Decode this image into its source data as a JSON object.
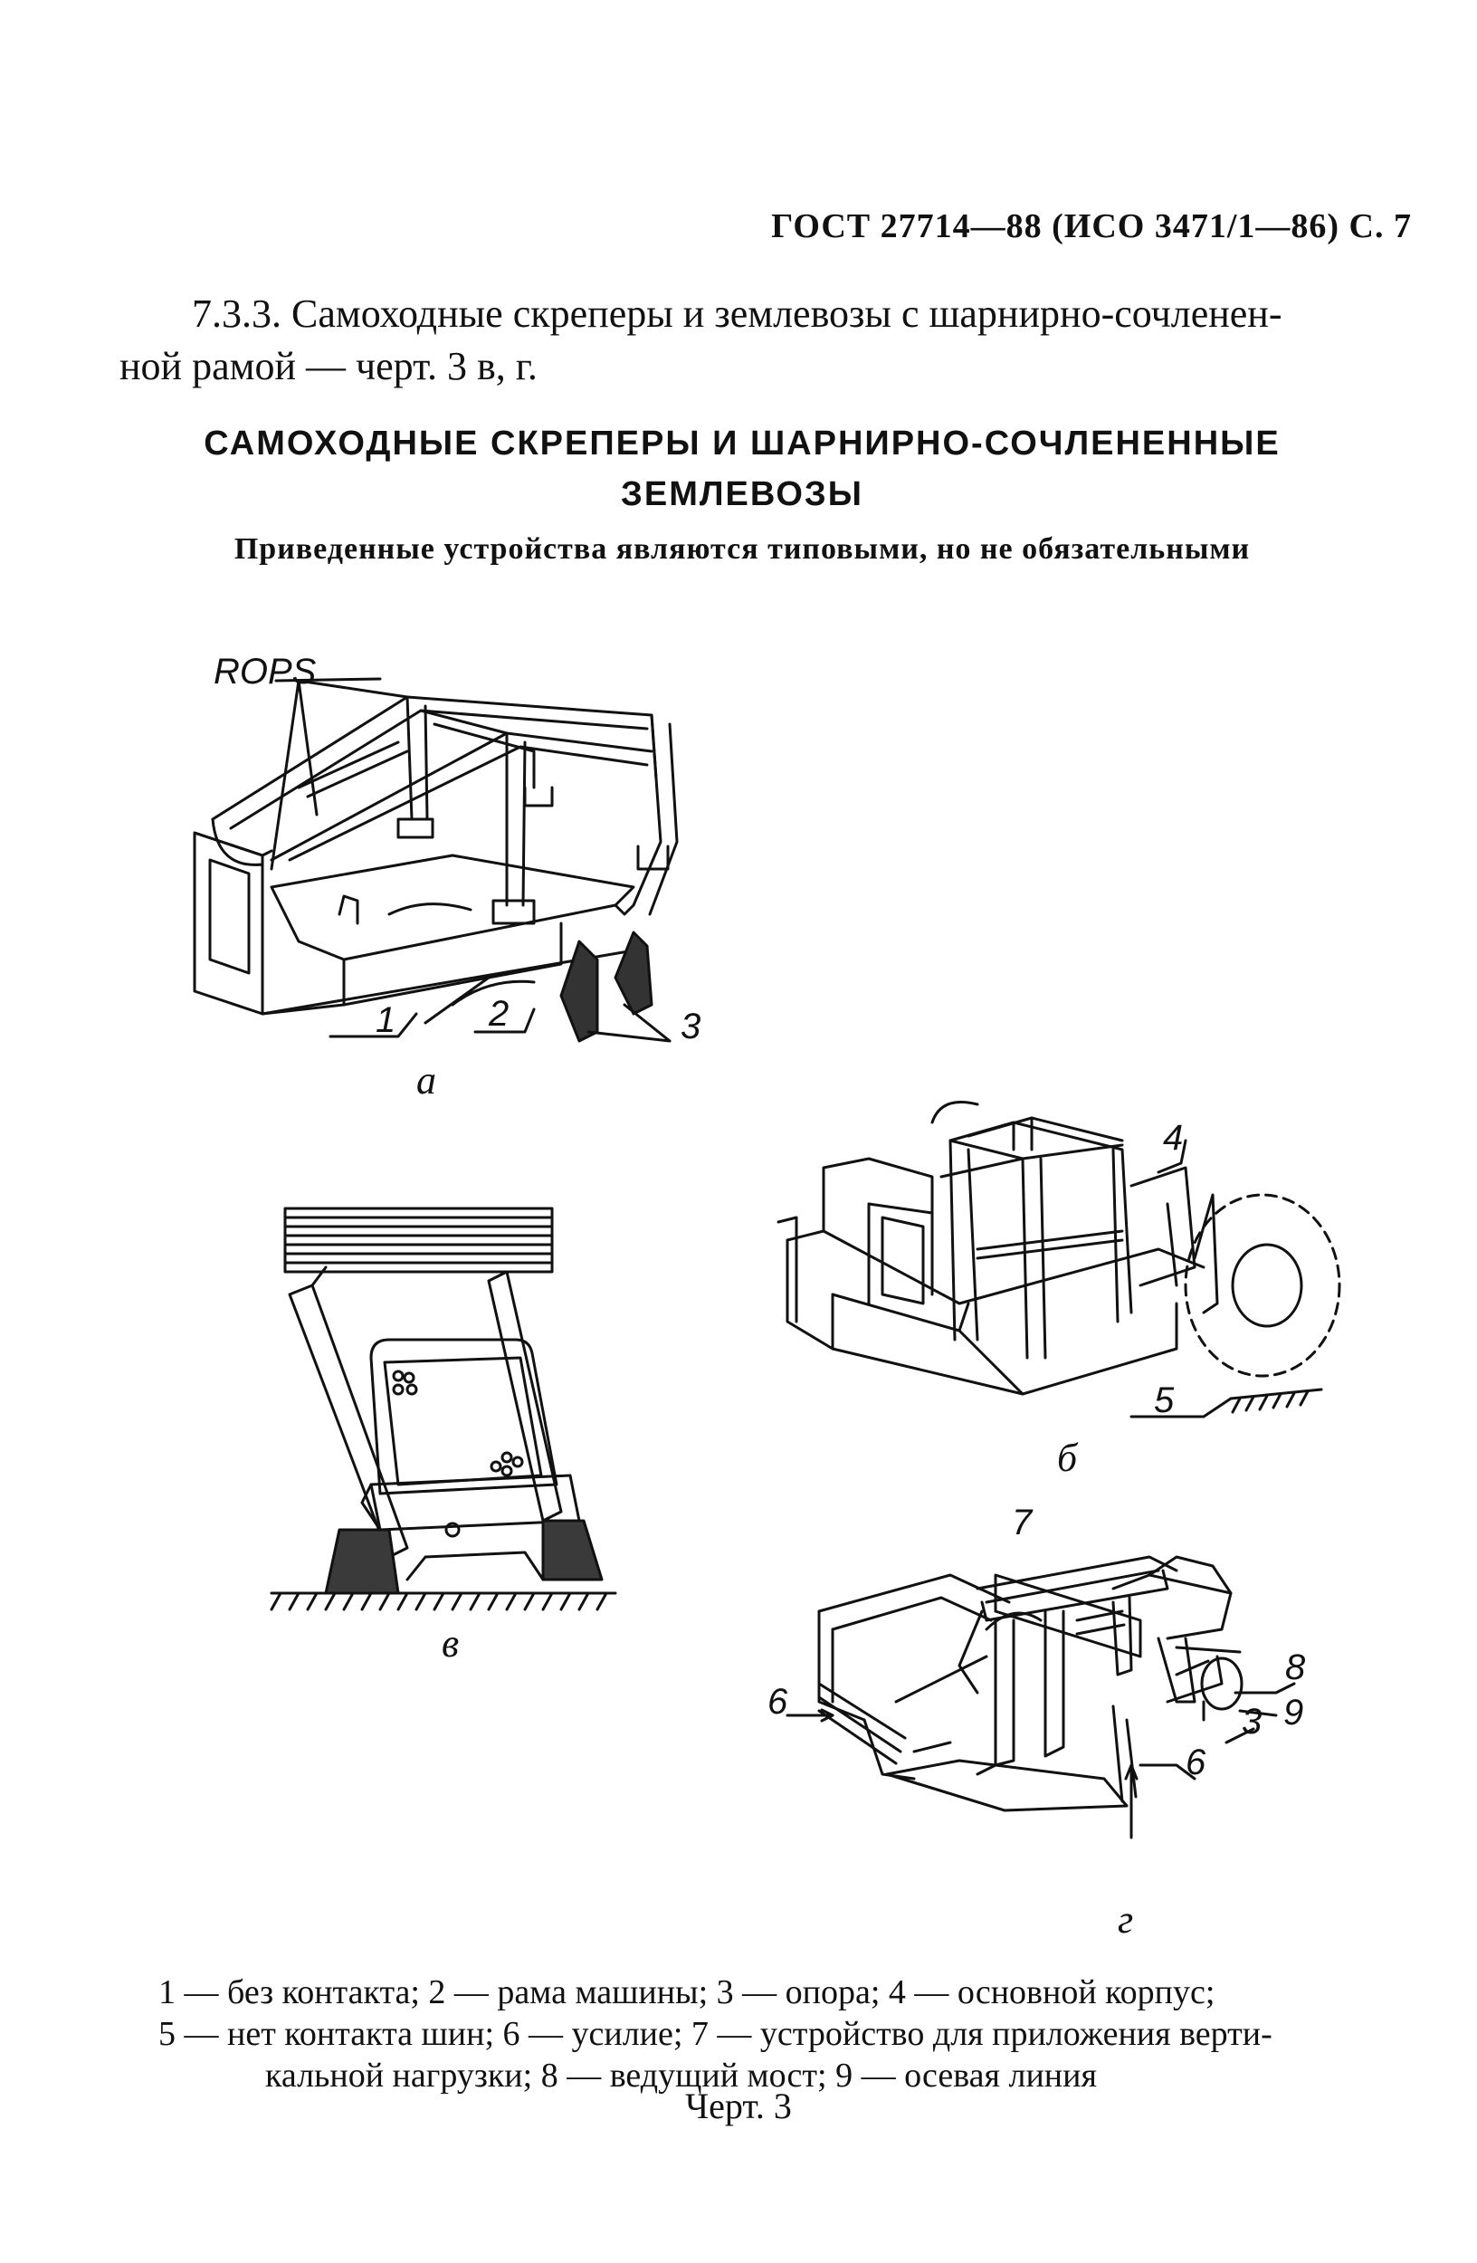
{
  "header": "ГОСТ 27714—88 (ИСО 3471/1—86) С. 7",
  "paragraph": {
    "line1": "7.3.3. Самоходные скреперы и землевозы с шарнирно-сочленен-",
    "line2": "ной рамой — черт. 3 в, г."
  },
  "section_title": {
    "line1": "САМОХОДНЫЕ СКРЕПЕРЫ И ШАРНИРНО-СОЧЛЕНЕННЫЕ",
    "line2": "ЗЕМЛЕВОЗЫ"
  },
  "section_subtitle": "Приведенные устройства являются типовыми, но не обязательными",
  "figures": {
    "a": {
      "label": "а",
      "callouts": {
        "rops": "ROPS",
        "c1": "1",
        "c2": "2",
        "c3": "3"
      }
    },
    "b": {
      "label": "б",
      "callouts": {
        "c4": "4",
        "c5": "5"
      }
    },
    "v": {
      "label": "в"
    },
    "g": {
      "label": "г",
      "callouts": {
        "c6a": "6",
        "c6b": "6",
        "c7": "7",
        "c8": "8",
        "c9": "9",
        "c3": "3"
      }
    }
  },
  "legend": {
    "line1": "1 — без контакта; 2 — рама машины; 3 — опора; 4 — основной корпус;",
    "line2": "5 — нет контакта шин; 6 — усилие; 7 — устройство для приложения верти-",
    "line3": "кальной нагрузки; 8 — ведущий мост; 9 — осевая линия"
  },
  "caption": "Черт. 3"
}
